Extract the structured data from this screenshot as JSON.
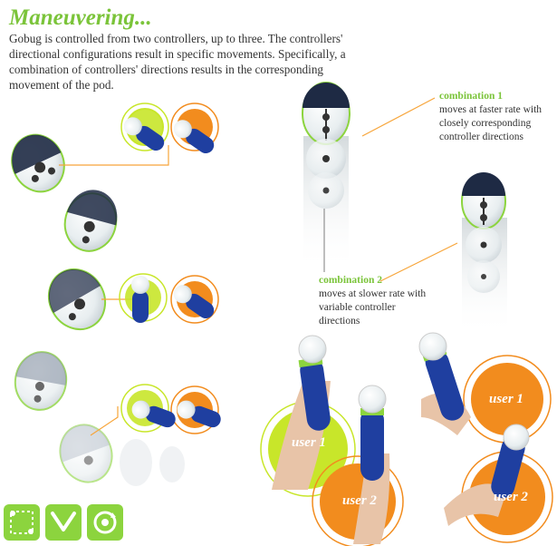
{
  "title": "Maneuvering...",
  "intro": "Gobug is controlled from two controllers, up to three. The controllers' directional configurations result in specific movements. Specifically, a combination of controllers' directions results in the corresponding movement of the pod.",
  "callouts": [
    {
      "title": "combination 1",
      "text": "moves at faster rate with closely corresponding controller directions"
    },
    {
      "title": "combination 2",
      "text": "moves at slower rate with variable controller directions"
    }
  ],
  "users": {
    "user1": "user 1",
    "user2": "user 2"
  },
  "colors": {
    "accent_green": "#7bc43a",
    "user1_yellow": "#c8e62a",
    "user2_orange": "#f28c1e",
    "controller_blue": "#1f3fa0",
    "pod_dark": "#1e2a44"
  },
  "icons": [
    "path-plan-icon",
    "direction-arrows-icon",
    "rotate-icon"
  ]
}
